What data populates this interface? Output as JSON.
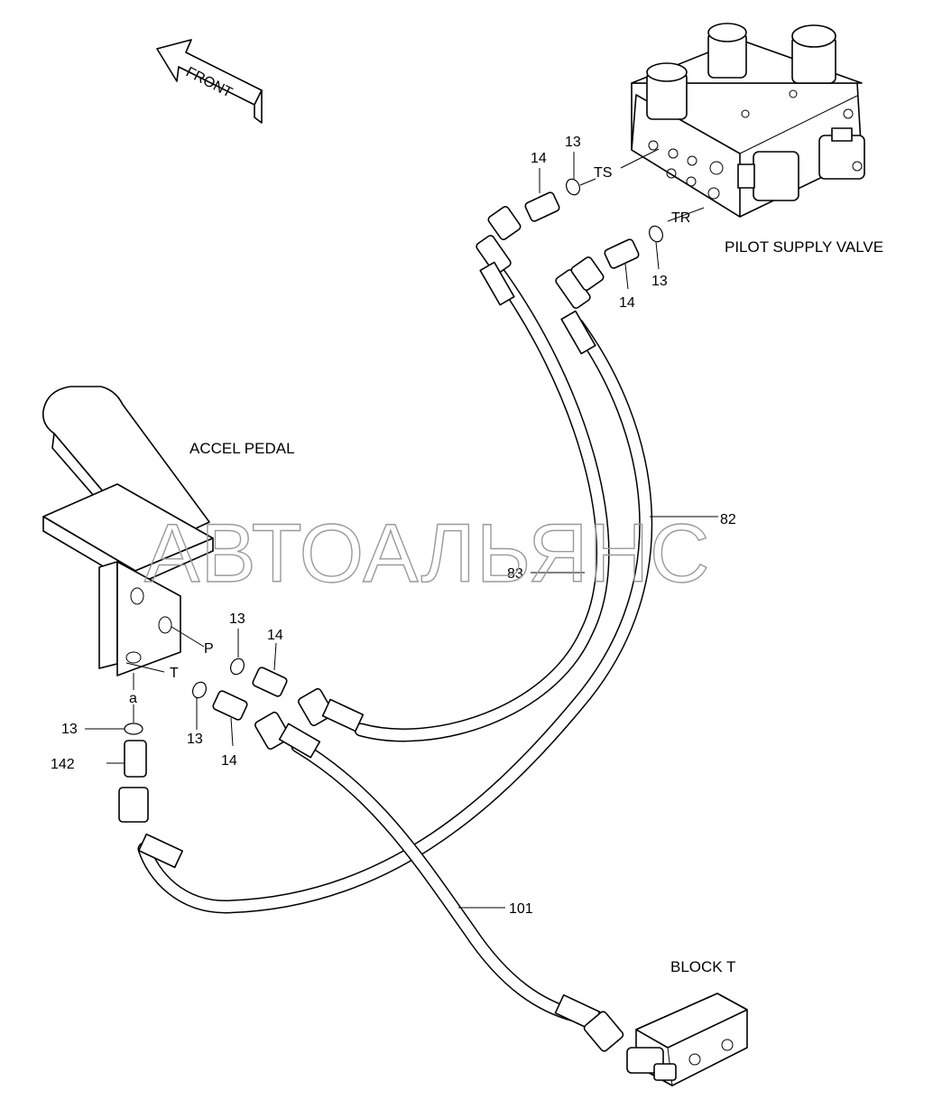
{
  "components": {
    "pilot_supply_valve": "PILOT SUPPLY VALVE",
    "accel_pedal": "ACCEL PEDAL",
    "block_t": "BLOCK  T"
  },
  "direction_arrow": "FRONT",
  "port_labels": {
    "ts": "TS",
    "tr": "TR",
    "p": "P",
    "t": "T",
    "a": "a"
  },
  "part_numbers": {
    "o_ring": "13",
    "adapter": "14",
    "connector": "142",
    "hose_82": "82",
    "hose_83": "83",
    "hose_101": "101"
  },
  "watermark": "АВТОАЛЬЯНС"
}
